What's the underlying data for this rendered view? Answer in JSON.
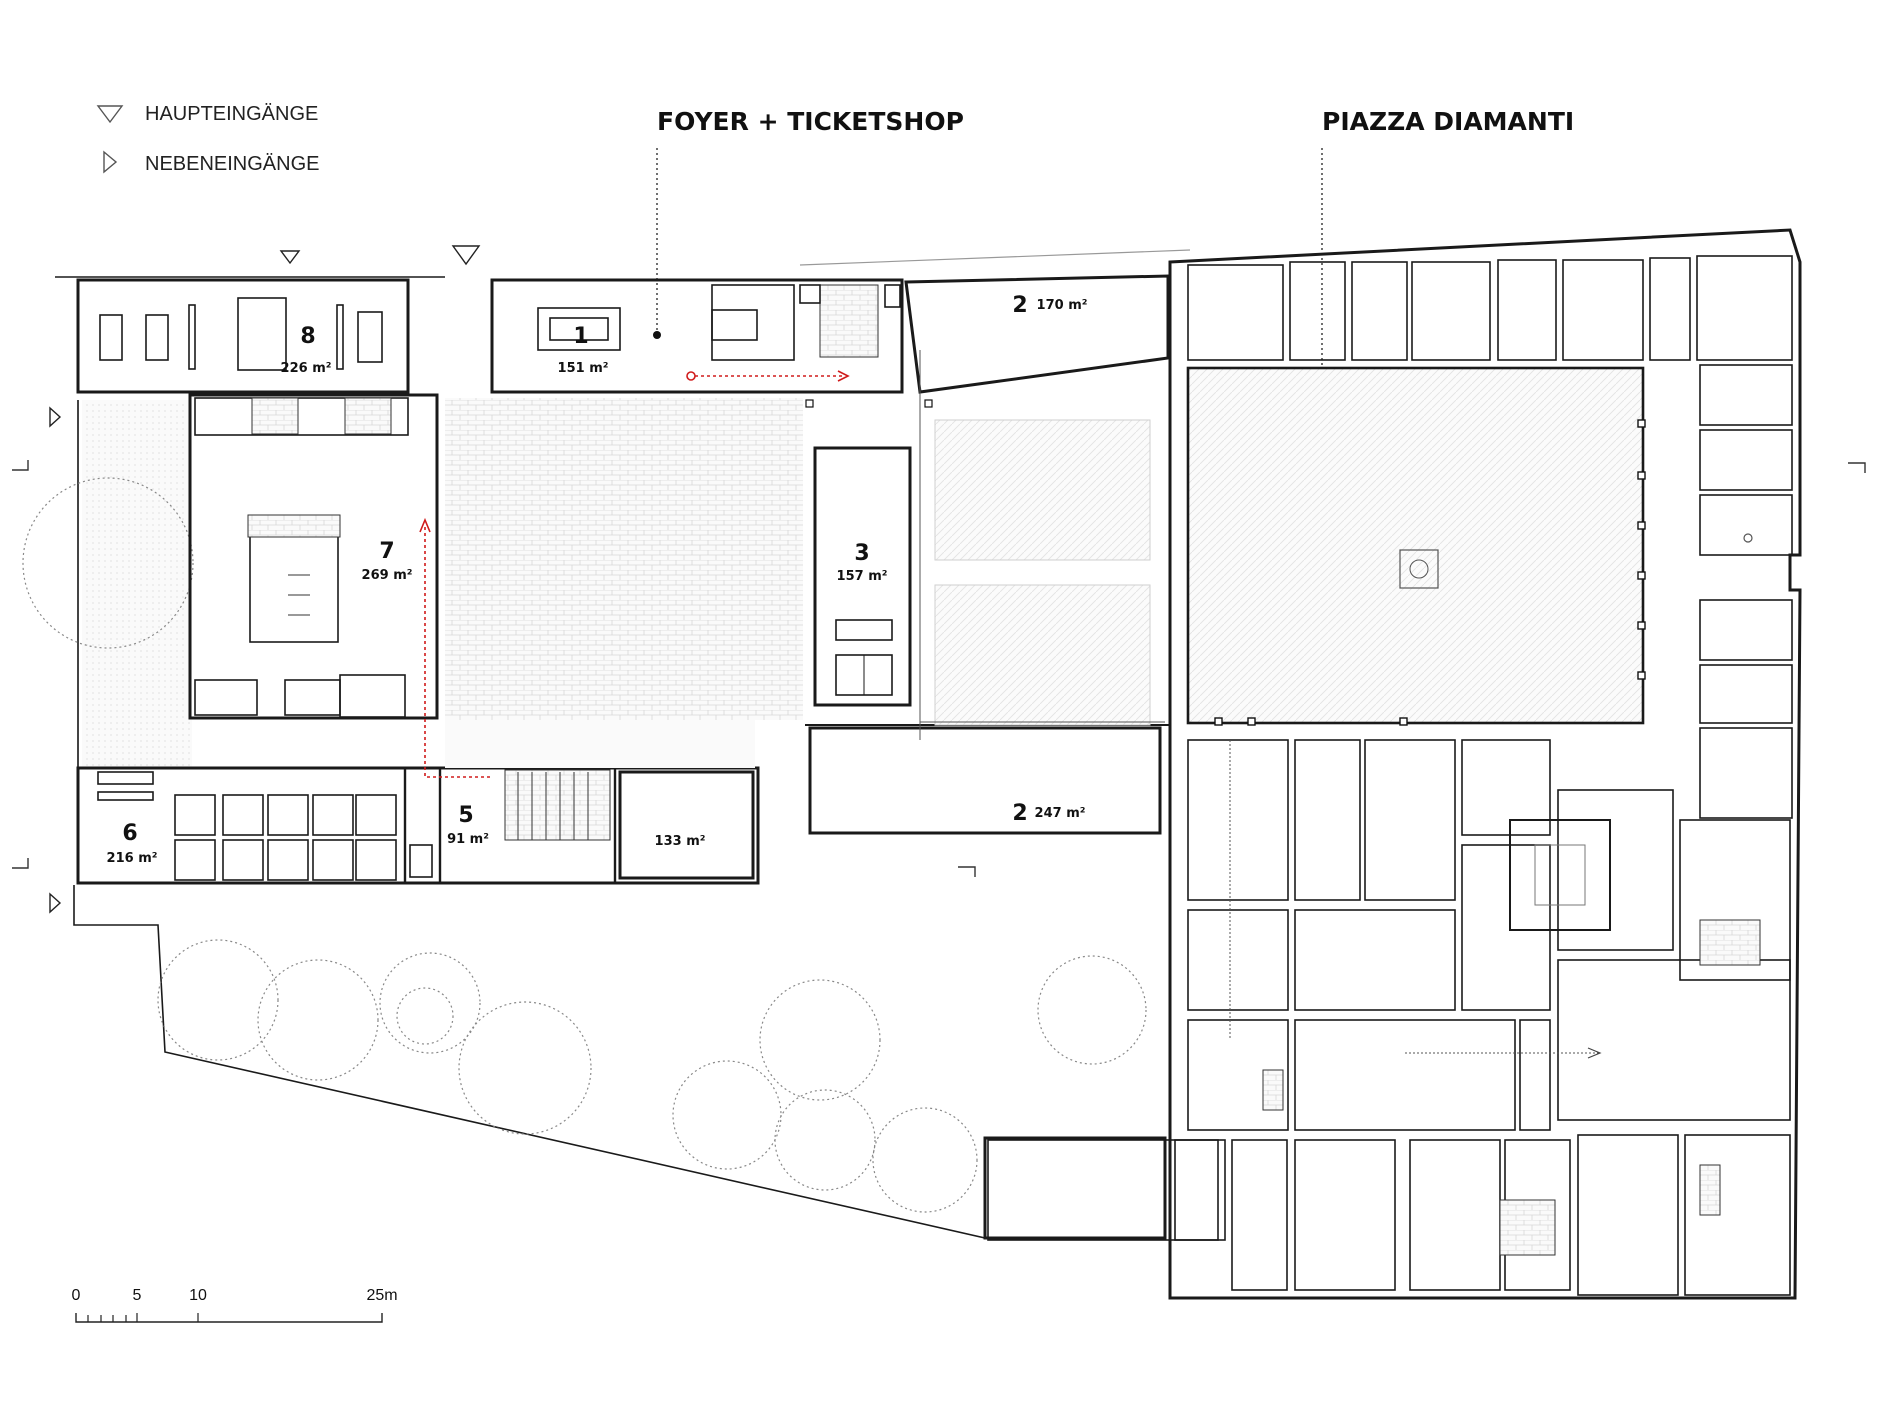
{
  "legend": {
    "main_entrances": "HAUPTEINGÄNGE",
    "side_entrances": "NEBENEINGÄNGE"
  },
  "callouts": {
    "foyer": "FOYER + TICKETSHOP",
    "piazza": "PIAZZA DIAMANTI"
  },
  "rooms": [
    {
      "number": "1",
      "area": "151 m²"
    },
    {
      "number": "2",
      "area": "170 m²"
    },
    {
      "number": "2",
      "area": "247 m²"
    },
    {
      "number": "3",
      "area": "157 m²"
    },
    {
      "number": "5",
      "area": "91 m²"
    },
    {
      "number": "6",
      "area": "216 m²"
    },
    {
      "number": "7",
      "area": "269 m²"
    },
    {
      "number": "8",
      "area": "226 m²"
    },
    {
      "number": "",
      "area": "133 m²"
    }
  ],
  "scale_bar": {
    "ticks": [
      "0",
      "5",
      "10",
      "25m"
    ]
  },
  "colors": {
    "walls": "#1a1a1a",
    "circulation_arrow": "#d01b1b",
    "background": "#ffffff"
  }
}
